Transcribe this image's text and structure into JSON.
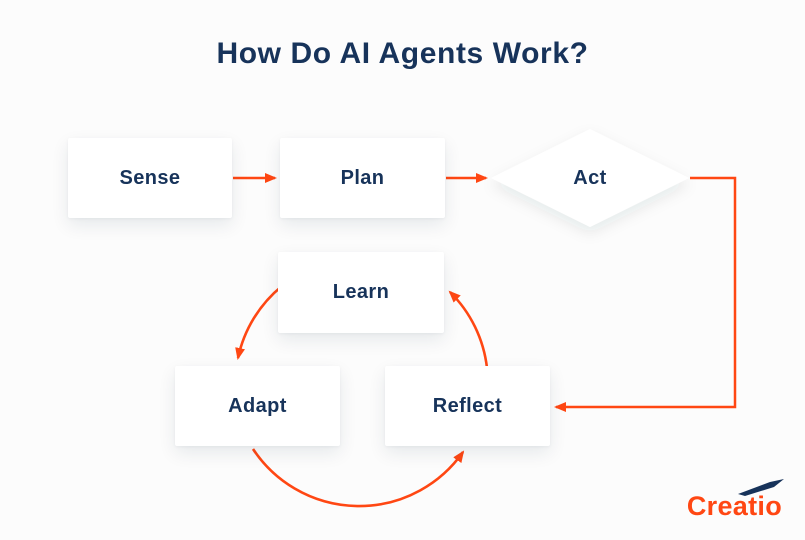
{
  "title": "How Do AI Agents Work?",
  "colors": {
    "navy": "#17335A",
    "orange": "#FF4713",
    "background": "#FCFCFC",
    "node_fill": "#FFFFFF"
  },
  "nodes": [
    {
      "id": "sense",
      "label": "Sense",
      "shape": "rectangle"
    },
    {
      "id": "plan",
      "label": "Plan",
      "shape": "rectangle"
    },
    {
      "id": "act",
      "label": "Act",
      "shape": "diamond"
    },
    {
      "id": "learn",
      "label": "Learn",
      "shape": "rectangle"
    },
    {
      "id": "adapt",
      "label": "Adapt",
      "shape": "rectangle"
    },
    {
      "id": "reflect",
      "label": "Reflect",
      "shape": "rectangle"
    }
  ],
  "edges": [
    {
      "from": "Sense",
      "to": "Plan",
      "type": "straight-arrow"
    },
    {
      "from": "Plan",
      "to": "Act",
      "type": "straight-arrow"
    },
    {
      "from": "Act",
      "to": "Reflect",
      "type": "elbow-arrow"
    },
    {
      "from": "Learn",
      "to": "Adapt",
      "type": "curved-arrow"
    },
    {
      "from": "Adapt",
      "to": "Reflect",
      "type": "curved-arrow"
    },
    {
      "from": "Reflect",
      "to": "Learn",
      "type": "curved-arrow"
    }
  ],
  "logo": {
    "text": "Creatio"
  }
}
